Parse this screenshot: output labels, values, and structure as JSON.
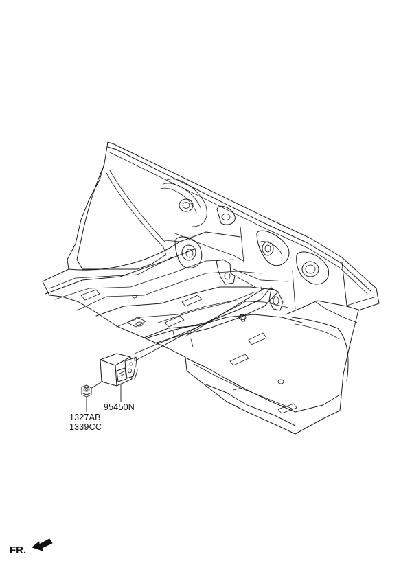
{
  "parts": {
    "module": {
      "part_number": "95450N"
    },
    "fastener": {
      "part_number_1": "1327AB",
      "part_number_2": "1339CC"
    }
  },
  "orientation": {
    "label": "FR.",
    "icon": "front-direction-arrow-icon"
  },
  "colors": {
    "line": "#1a1a1a",
    "background": "#ffffff"
  }
}
